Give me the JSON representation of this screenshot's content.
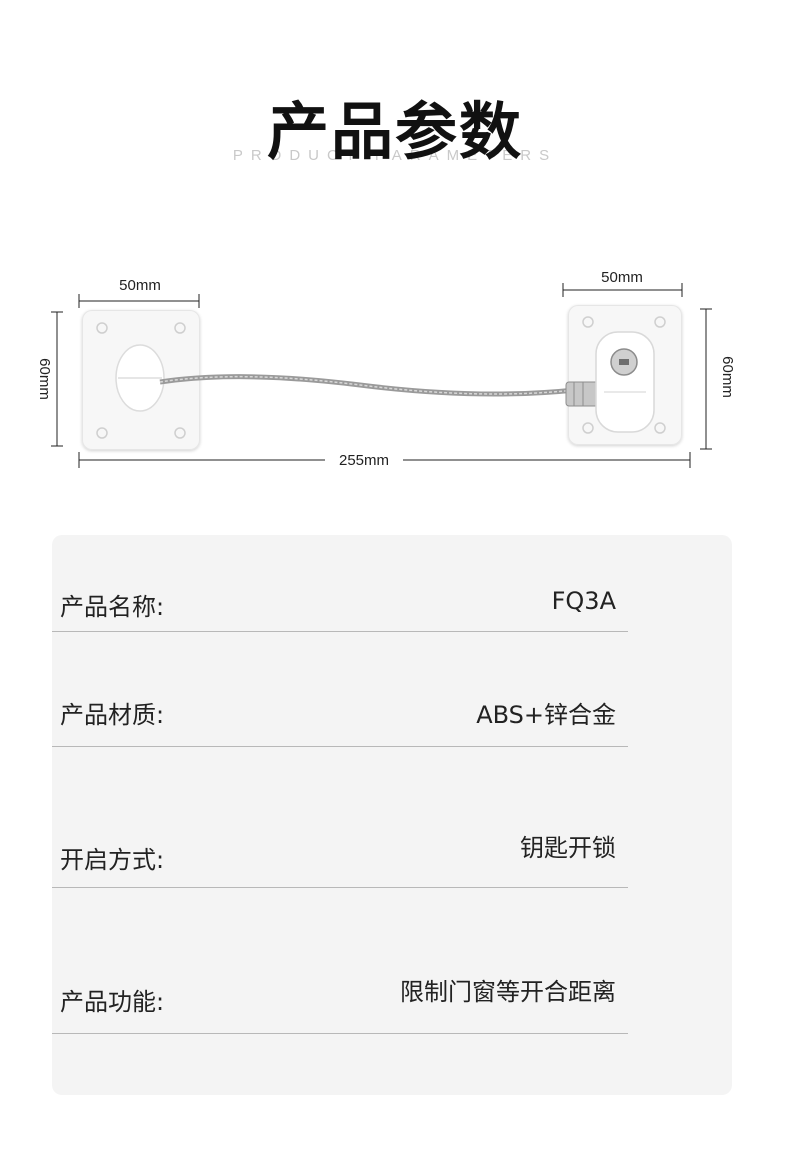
{
  "header": {
    "title": "产品参数",
    "subtitle": "PRODUCT PARAMETERS"
  },
  "diagram": {
    "left_width": "50mm",
    "right_width": "50mm",
    "left_height": "60mm",
    "right_height": "60mm",
    "total_length": "255mm"
  },
  "specs": [
    {
      "label": "产品名称:",
      "value": "FQ3A"
    },
    {
      "label": "产品材质:",
      "value": "ABS+锌合金"
    },
    {
      "label": "开启方式:",
      "value": "钥匙开锁"
    },
    {
      "label": "产品功能:",
      "value": "限制门窗等开合距离"
    }
  ]
}
